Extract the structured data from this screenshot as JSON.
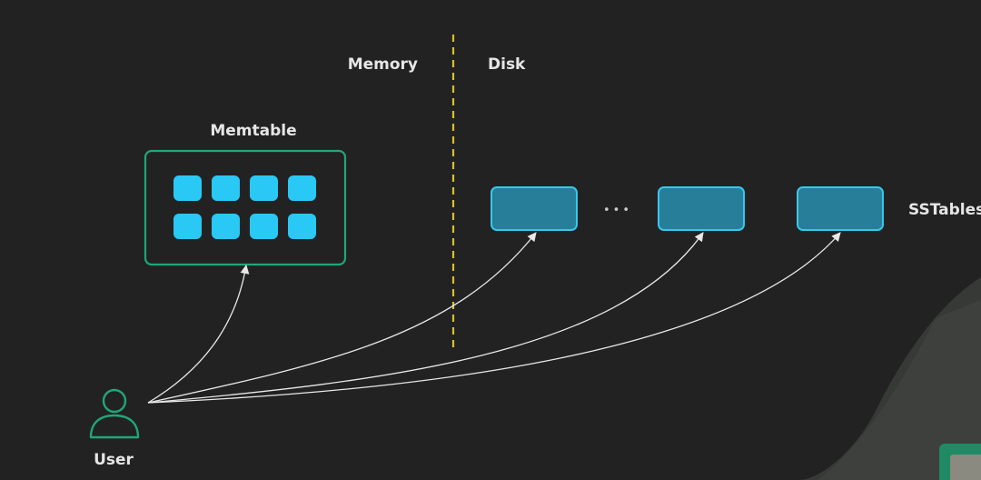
{
  "labels": {
    "memory": "Memory",
    "disk": "Disk",
    "memtable": "Memtable",
    "sstables": "SSTables",
    "user": "User",
    "ellipsis": "•••"
  },
  "colors": {
    "background": "#222222",
    "divider": "#d9c12a",
    "memtable_border": "#1fa67a",
    "memtable_cell": "#29c8f5",
    "sstable_fill": "#267e98",
    "sstable_border": "#38c7ec",
    "arrow": "#e8e8e8",
    "user_icon": "#1fa67a",
    "corner_shape": "#3b3d3b"
  },
  "memtable": {
    "cell_count": 8
  },
  "sstables": {
    "count": 3
  }
}
